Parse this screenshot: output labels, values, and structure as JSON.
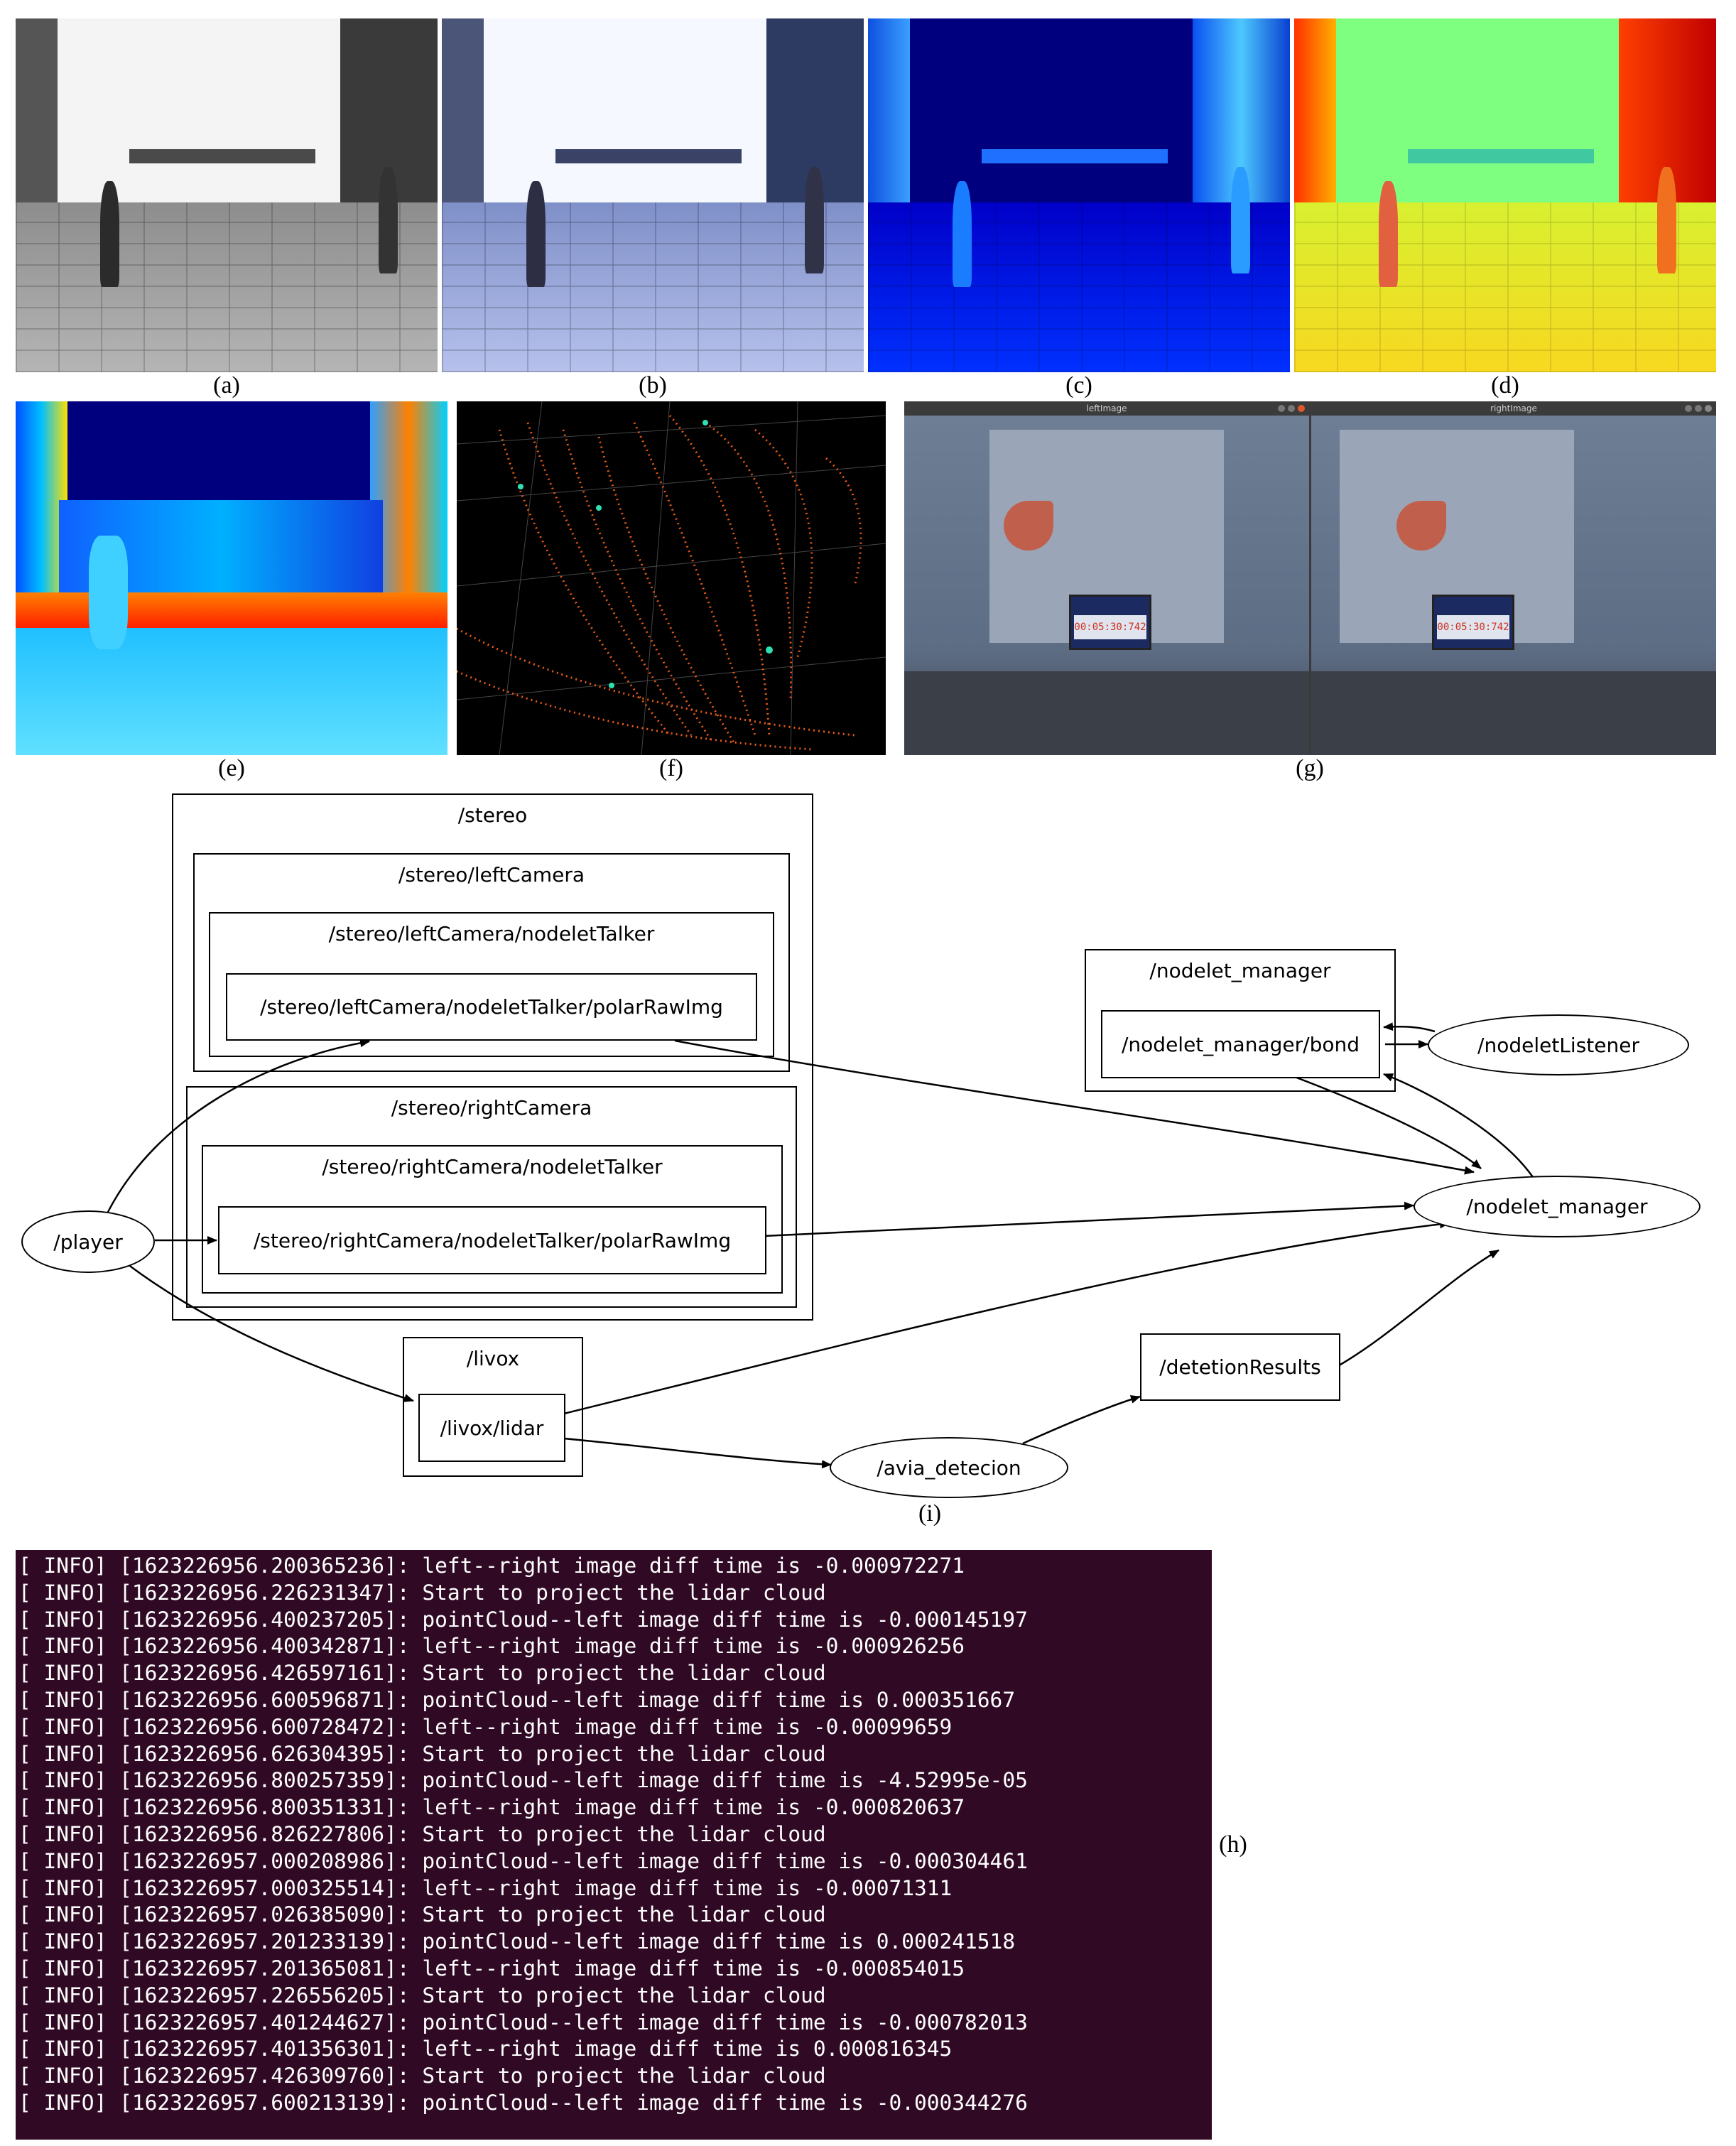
{
  "captions": {
    "a": "(a)",
    "b": "(b)",
    "c": "(c)",
    "d": "(d)",
    "e": "(e)",
    "f": "(f)",
    "g": "(g)",
    "h": "(h)",
    "i": "(i)"
  },
  "stereo_window": {
    "left_title": "leftImage",
    "right_title": "rightImage",
    "timer_left": "00:05:30:742",
    "timer_right": "00:05:30:742"
  },
  "graph": {
    "stereo": "/stereo",
    "left_camera": "/stereo/leftCamera",
    "left_talker": "/stereo/leftCamera/nodeletTalker",
    "left_raw": "/stereo/leftCamera/nodeletTalker/polarRawImg",
    "right_camera": "/stereo/rightCamera",
    "right_talker": "/stereo/rightCamera/nodeletTalker",
    "right_raw": "/stereo/rightCamera/nodeletTalker/polarRawImg",
    "player": "/player",
    "livox": "/livox",
    "livox_lidar": "/livox/lidar",
    "avia": "/avia_detecion",
    "detection_results": "/detetionResults",
    "nodelet_manager_group": "/nodelet_manager",
    "nodelet_manager_bond": "/nodelet_manager/bond",
    "nodelet_listener": "/nodeletListener",
    "nodelet_manager_node": "/nodelet_manager"
  },
  "terminal": {
    "lines": [
      "[ INFO] [1623226956.200365236]: left--right image diff time is -0.000972271",
      "[ INFO] [1623226956.226231347]: Start to project the lidar cloud",
      "[ INFO] [1623226956.400237205]: pointCloud--left image diff time is -0.000145197",
      "[ INFO] [1623226956.400342871]: left--right image diff time is -0.000926256",
      "[ INFO] [1623226956.426597161]: Start to project the lidar cloud",
      "[ INFO] [1623226956.600596871]: pointCloud--left image diff time is 0.000351667",
      "[ INFO] [1623226956.600728472]: left--right image diff time is -0.00099659",
      "[ INFO] [1623226956.626304395]: Start to project the lidar cloud",
      "[ INFO] [1623226956.800257359]: pointCloud--left image diff time is -4.52995e-05",
      "[ INFO] [1623226956.800351331]: left--right image diff time is -0.000820637",
      "[ INFO] [1623226956.826227806]: Start to project the lidar cloud",
      "[ INFO] [1623226957.000208986]: pointCloud--left image diff time is -0.000304461",
      "[ INFO] [1623226957.000325514]: left--right image diff time is -0.00071311",
      "[ INFO] [1623226957.026385090]: Start to project the lidar cloud",
      "[ INFO] [1623226957.201233139]: pointCloud--left image diff time is 0.000241518",
      "[ INFO] [1623226957.201365081]: left--right image diff time is -0.000854015",
      "[ INFO] [1623226957.226556205]: Start to project the lidar cloud",
      "[ INFO] [1623226957.401244627]: pointCloud--left image diff time is -0.000782013",
      "[ INFO] [1623226957.401356301]: left--right image diff time is 0.000816345",
      "[ INFO] [1623226957.426309760]: Start to project the lidar cloud",
      "[ INFO] [1623226957.600213139]: pointCloud--left image diff time is -0.000344276"
    ]
  },
  "colors": {
    "terminal_bg": "#300a24",
    "terminal_text": "#ffffff",
    "depth_far": "#00007f",
    "disparity_sky": "#7fff7f",
    "lidar_points": "#e65a14"
  }
}
